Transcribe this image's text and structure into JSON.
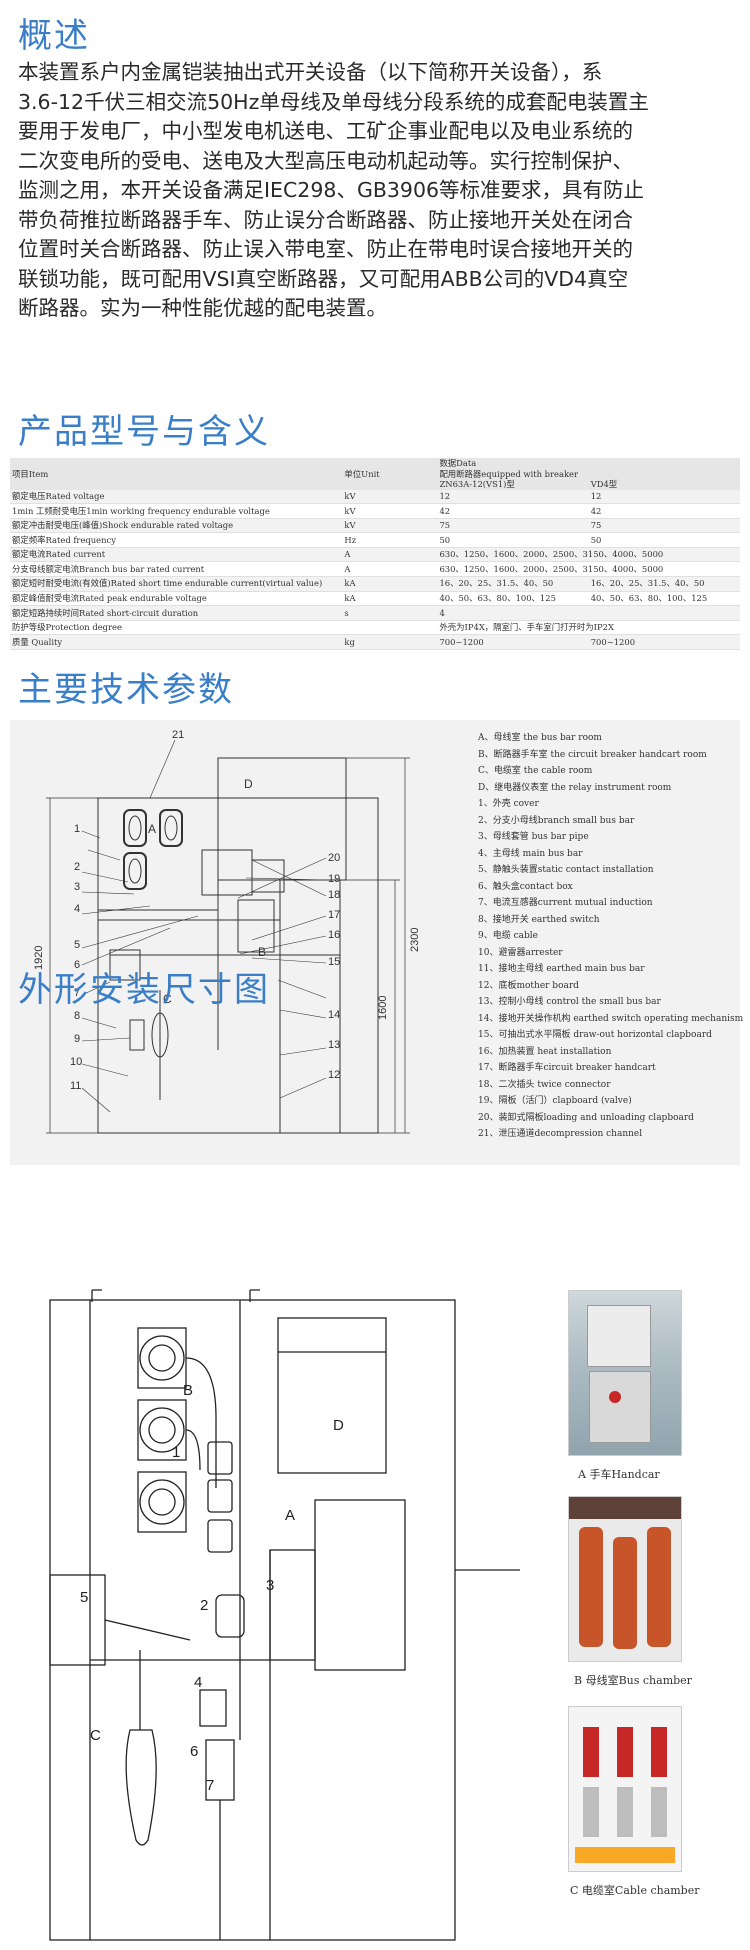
{
  "overview": {
    "title": "概述",
    "lines": [
      "本装置系户内金属铠装抽出式开关设备（以下简称开关设备），系",
      "3.6-12千伏三相交流50Hz单母线及单母线分段系统的成套配电装置主",
      "要用于发电厂，中小型发电机送电、工矿企事业配电以及电业系统的",
      "二次变电所的受电、送电及大型高压电动机起动等。实行控制保护、",
      "监测之用，本开关设备满足IEC298、GB3906等标准要求，具有防止",
      "带负荷推拉断路器手车、防止误分合断路器、防止接地开关处在闭合",
      "位置时关合断路器、防止误入带电室、防止在带电时误合接地开关的",
      "联锁功能，既可配用VSI真空断路器，又可配用ABB公司的VD4真空",
      "断路器。实为一种性能优越的配电装置。"
    ]
  },
  "model": {
    "title": "产品型号与含义",
    "table": {
      "head_item": "项目Item",
      "head_unit": "单位Unit",
      "head_data": "数据Data",
      "head_breaker": "配用断路器equipped with breaker",
      "head_zn": "ZN63A-12(VS1)型",
      "head_vd4": "VD4型",
      "rows": [
        {
          "item": "额定电压Rated voltage",
          "unit": "kV",
          "zn": "12",
          "vd4": "12"
        },
        {
          "item": "1min 工频耐受电压1min working frequency endurable voltage",
          "unit": "kV",
          "zn": "42",
          "vd4": "42"
        },
        {
          "item": "额定冲击耐受电压(峰值)Shock endurable rated voltage",
          "unit": "kV",
          "zn": "75",
          "vd4": "75"
        },
        {
          "item": "额定频率Rated frequency",
          "unit": "Hz",
          "zn": "50",
          "vd4": "50"
        },
        {
          "item": "额定电流Rated current",
          "unit": "A",
          "merged": "630、1250、1600、2000、2500、3150、4000、5000"
        },
        {
          "item": "分支母线额定电流Branch bus bar rated current",
          "unit": "A",
          "merged": "630、1250、1600、2000、2500、3150、4000、5000"
        },
        {
          "item": "额定短时耐受电流(有效值)Rated short time endurable current(virtual value)",
          "unit": "kA",
          "zn": "16、20、25、31.5、40、50",
          "vd4": "16、20、25、31.5、40、50"
        },
        {
          "item": "额定峰值耐受电流Rated peak endurable voltage",
          "unit": "kA",
          "zn": "40、50、63、80、100、125",
          "vd4": "40、50、63、80、100、125"
        },
        {
          "item": "额定短路持续时间Rated short-circuit duration",
          "unit": "s",
          "merged": "4"
        },
        {
          "item": "防护等级Protection degree",
          "unit": "",
          "merged": "外壳为IP4X，隔室门、手车室门打开时为IP2X"
        },
        {
          "item": "质量 Quality",
          "unit": "kg",
          "zn": "700~1200",
          "vd4": "700~1200"
        }
      ]
    }
  },
  "params": {
    "title": "主要技术参数",
    "dims": {
      "h1920": "1920",
      "h2300": "2300",
      "h1600": "1600"
    },
    "zones": {
      "A": "A",
      "B": "B",
      "C": "C",
      "D": "D"
    },
    "legend": [
      "A、母线室 the bus bar room",
      "B、断路器手车室 the circuit breaker handcart room",
      "C、电缆室 the cable room",
      "D、继电器仪表室 the relay instrument room",
      "1、外壳  cover",
      "2、分支小母线branch small bus bar",
      "3、母线套管  bus bar pipe",
      "4、主母线  main bus bar",
      "5、静触头装置static contact installation",
      "6、触头盒contact box",
      "7、电流互感器current mutual induction",
      "8、接地开关  earthed switch",
      "9、电缆 cable",
      "10、避雷器arrester",
      "11、接地主母线  earthed main bus bar",
      "12、底板mother board",
      "13、控制小母线  control the small bus bar",
      "14、接地开关操作机构  earthed switch operating mechanism",
      "15、可抽出式水平隔板  draw-out horizontal clapboard",
      "16、加热装置  heat installation",
      "17、断路器手车circuit breaker handcart",
      "18、二次插头  twice connector",
      "19、隔板（活门）clapboard (valve)",
      "20、装卸式隔板loading and unloading clapboard",
      "21、泄压通道decompression channel"
    ]
  },
  "install": {
    "title": "外形安装尺寸图",
    "labels": {
      "A": "A",
      "B": "B",
      "C": "C",
      "D": "D"
    },
    "captions": [
      "A 手车Handcar",
      "B 母线室Bus chamber",
      "C 电缆室Cable chamber"
    ]
  },
  "colors": {
    "title_blue": "#3a7ec8",
    "text": "#2a2a2a",
    "panel_gray": "#f2f2f2",
    "copper": "#c8542a"
  }
}
